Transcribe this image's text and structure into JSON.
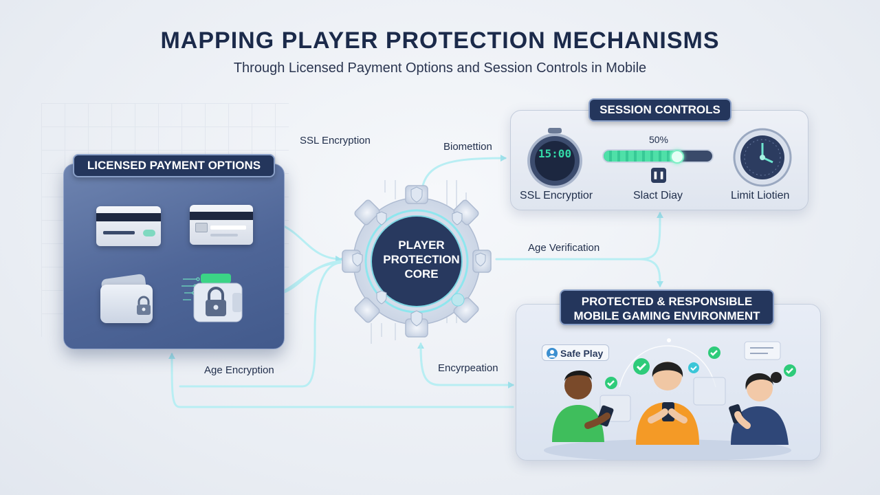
{
  "title": "MAPPING PLAYER PROTECTION MECHANISMS",
  "subtitle": "Through Licensed Payment Options and Session Controls in Mobile",
  "payment_panel": {
    "title": "LICENSED PAYMENT OPTIONS"
  },
  "core": {
    "line1": "PLAYER",
    "line2": "PROTECTION",
    "line3": "CORE"
  },
  "session_panel": {
    "title": "SESSION CONTROLS",
    "timer_display": "15:00",
    "progress_label": "50%",
    "progress_value": 0.67,
    "item_labels": [
      "SSL Encryptior",
      "Slact Diay",
      "Limit Liotien"
    ]
  },
  "environment_panel": {
    "title_line1": "PROTECTED & RESPONSIBLE",
    "title_line2": "MOBILE GAMING ENVIRONMENT",
    "safe_play_label": "Safe Play"
  },
  "flow_labels": {
    "ssl": "SSL Encryption",
    "biometric": "Biomettion",
    "age_verification": "Age Verification",
    "age_encryption": "Age Encryption",
    "encryption": "Encyrpeation"
  },
  "colors": {
    "navy": "#24365c",
    "panel_blue": "#4f6698",
    "connector": "#9fe3ec",
    "accent_green": "#2ecb7a",
    "accent_teal": "#34d9a8"
  }
}
